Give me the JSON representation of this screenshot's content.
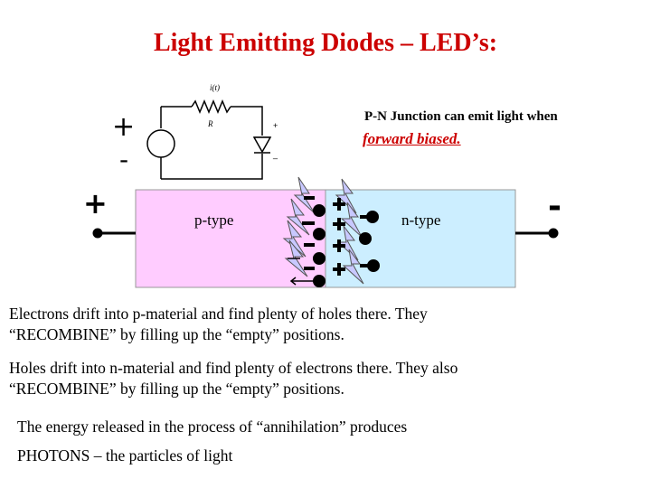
{
  "title": "Light Emitting Diodes – LED’s:",
  "note": {
    "line1": "P-N Junction can emit light when",
    "line2": "forward biased."
  },
  "circuit": {
    "current_label": "i(t)",
    "resistor_label": "R",
    "plus": "+",
    "minus": "-",
    "diode_plus": "+",
    "diode_minus": "_"
  },
  "junction": {
    "p_label": "p-type",
    "n_label": "n-type",
    "left_terminal": "+",
    "right_terminal": "-"
  },
  "paragraphs": {
    "p1_line1": "Electrons drift into p-material and find plenty of holes there. They",
    "p1_line2": "“RECOMBINE” by filling up the “empty” positions.",
    "p2_line1": "Holes drift into n-material and find plenty of electrons there. They also",
    "p2_line2": "“RECOMBINE” by filling up the “empty” positions.",
    "p3": "The energy released in the process of “annihilation” produces",
    "p4": "PHOTONS – the particles of light"
  },
  "colors": {
    "title": "#cc0000",
    "p_region": "#ffccff",
    "n_region": "#cceeff",
    "lightning": "#c8c8ff"
  }
}
